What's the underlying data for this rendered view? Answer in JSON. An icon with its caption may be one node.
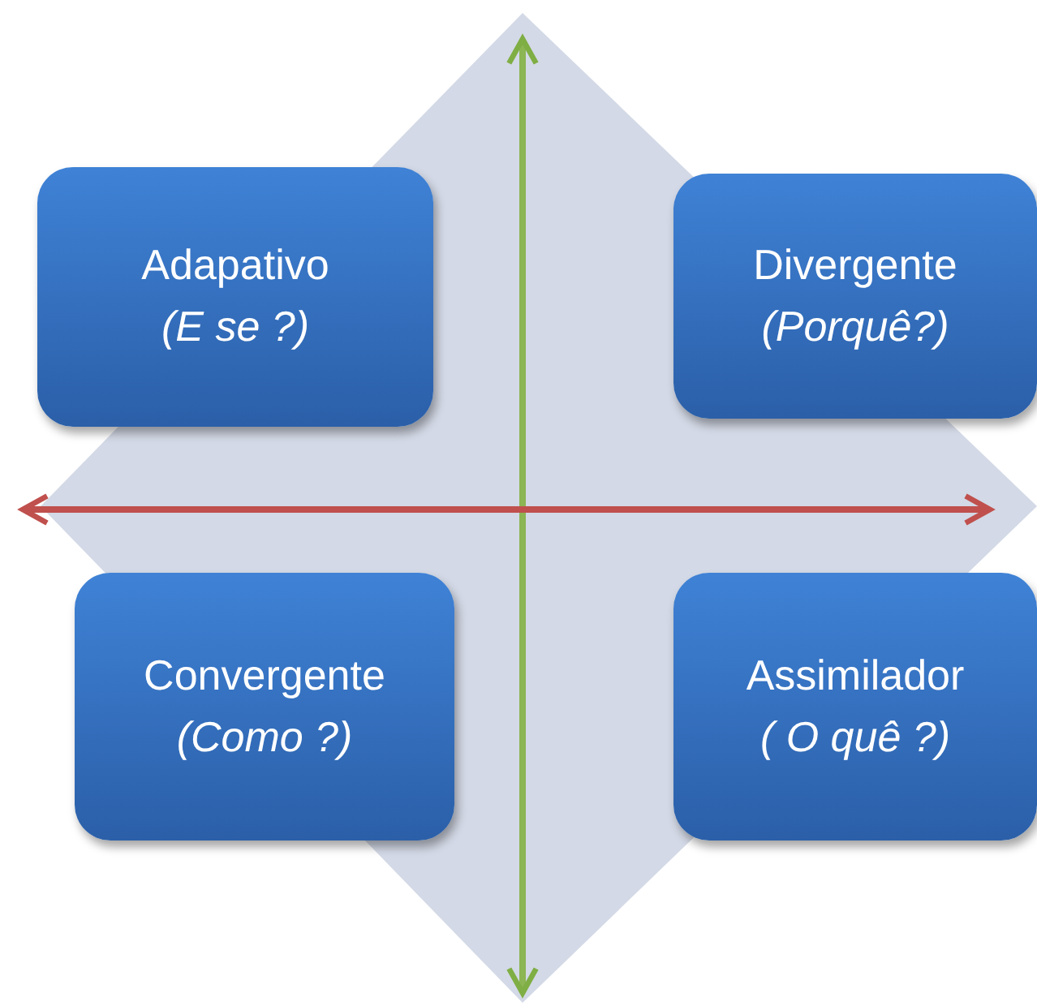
{
  "diagram": {
    "nodes": [
      {
        "text": [
          "Adapativo",
          "(E se ?)"
        ]
      },
      {
        "text": [
          "Divergente",
          "(Porquê?)"
        ]
      },
      {
        "text": [
          "Convergente",
          "(Como ?)"
        ]
      },
      {
        "text": [
          "Assimilador",
          "( O quê ?)"
        ]
      }
    ]
  }
}
